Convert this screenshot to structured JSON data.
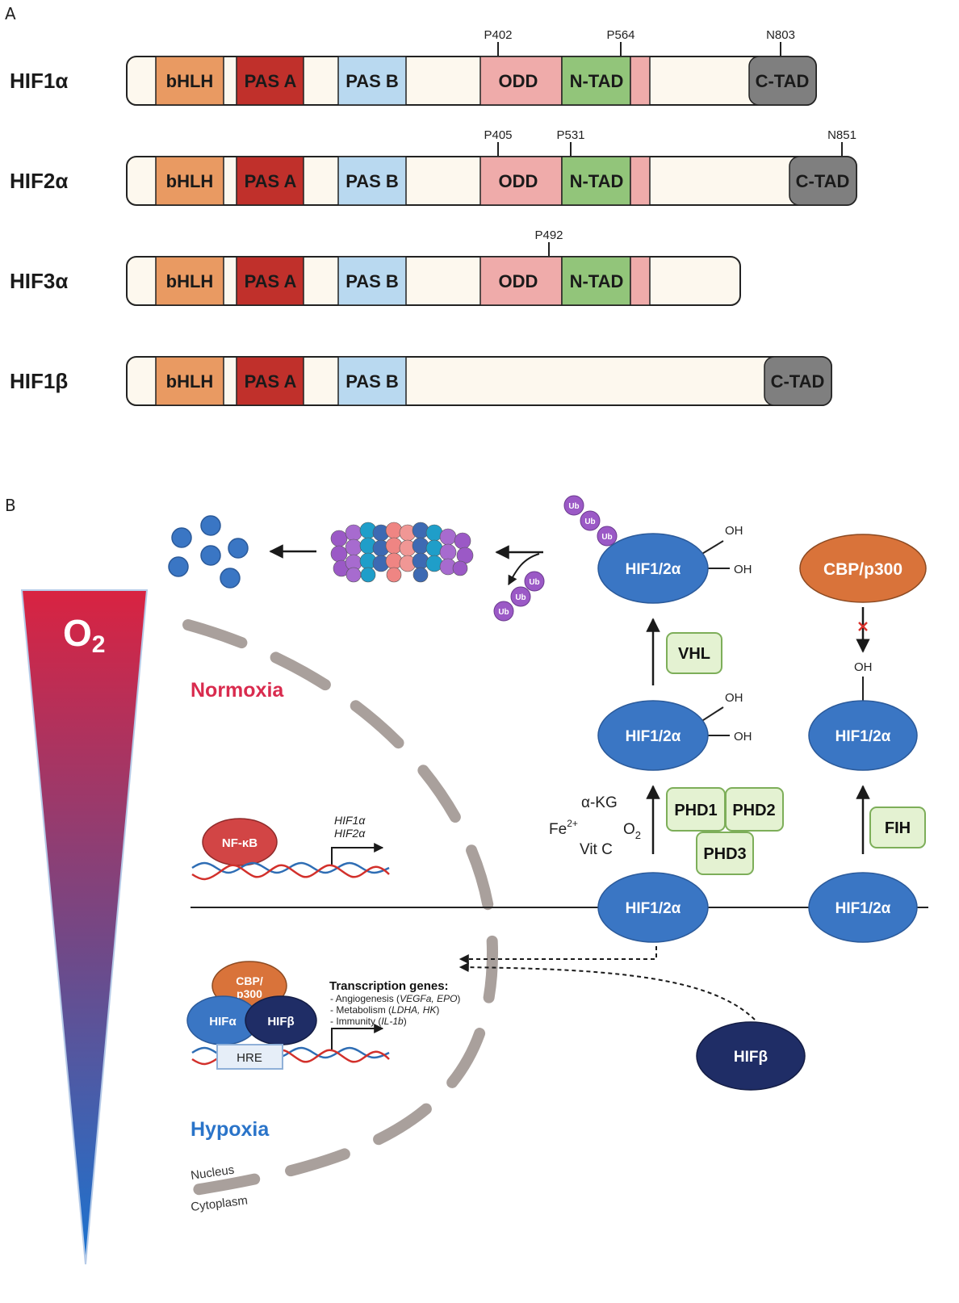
{
  "panels": {
    "a": "A",
    "b": "B"
  },
  "panel_a": {
    "proteins": [
      {
        "name": "HIF1α",
        "domains": [
          "bHLH",
          "PAS A",
          "PAS B",
          "ODD",
          "N-TAD",
          "C-TAD"
        ],
        "sites": [
          "P402",
          "P564",
          "N803"
        ]
      },
      {
        "name": "HIF2α",
        "domains": [
          "bHLH",
          "PAS A",
          "PAS B",
          "ODD",
          "N-TAD",
          "C-TAD"
        ],
        "sites": [
          "P405",
          "P531",
          "N851"
        ]
      },
      {
        "name": "HIF3α",
        "domains": [
          "bHLH",
          "PAS A",
          "PAS B",
          "ODD",
          "N-TAD"
        ],
        "sites": [
          "P492"
        ]
      },
      {
        "name": "HIF1β",
        "domains": [
          "bHLH",
          "PAS A",
          "PAS B",
          "C-TAD"
        ],
        "sites": []
      }
    ],
    "domain_colors": {
      "bHLH": "#e99a62",
      "PAS A": "#c0302b",
      "PAS B": "#b9d9f0",
      "ODD": "#efabaa",
      "N-TAD": "#92c57a",
      "C-TAD": "#7f7f7f",
      "backbone": "#fdf8ee"
    }
  },
  "panel_b": {
    "gradient_label": {
      "main": "O",
      "sub": "2"
    },
    "normoxia": "Normoxia",
    "hypoxia": "Hypoxia",
    "nucleus": "Nucleus",
    "cytoplasm": "Cytoplasm",
    "nfkb": "NF-κB",
    "nfkb_targets": [
      "HIF1α",
      "HIF2α"
    ],
    "cbp_small": [
      "CBP/",
      "p300"
    ],
    "hif_alpha_small": "HIFα",
    "hif_beta_small": "HIFβ",
    "hre": "HRE",
    "transcription": {
      "title": "Transcription genes:",
      "lines": [
        {
          "pre": "- Angiogenesis (",
          "genes": "VEGFa, EPO",
          "post": ")"
        },
        {
          "pre": "- Metabolism (",
          "genes": "LDHA, HK",
          "post": ")"
        },
        {
          "pre": "- Immunity (",
          "genes": "IL-1b",
          "post": ")"
        }
      ]
    },
    "hif_alpha": "HIF1/2α",
    "hif_beta": "HIFβ",
    "cbp_p300": "CBP/p300",
    "vhl": "VHL",
    "fih": "FIH",
    "phd": [
      "PHD1",
      "PHD2",
      "PHD3"
    ],
    "cofactors": {
      "akg": "α-KG",
      "fe": "Fe",
      "fe_sup": "2+",
      "o2": "O",
      "o2_sub": "2",
      "vitc": "Vit C"
    },
    "oh": "OH",
    "ub": "Ub",
    "colors": {
      "hif_alpha": "#3a76c4",
      "hif_beta": "#1f2d66",
      "cbp": "#d9733a",
      "enzyme_fill": "#e4f2d2",
      "enzyme_stroke": "#7dae59",
      "ub": "#9b59c6",
      "nfkb": "#d24545",
      "membrane": "#a9a09c",
      "gradient_top": "#d92341",
      "gradient_bottom": "#1a74d1",
      "normoxia_text": "#d92b4e",
      "hypoxia_text": "#2a74c9"
    }
  }
}
